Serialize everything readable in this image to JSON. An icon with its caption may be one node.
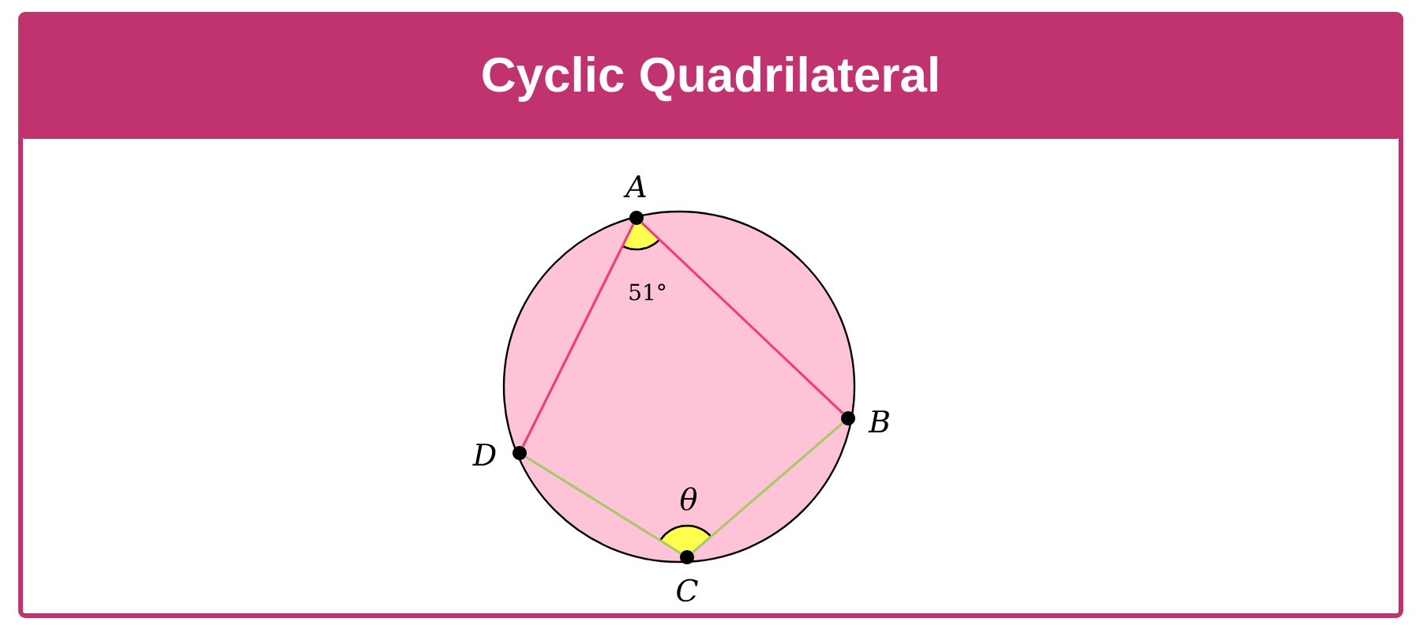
{
  "diagram": {
    "title": "Cyclic Quadrilateral",
    "nodes": [
      {
        "text": [],
        "shape": "circle",
        "beside": [
          "A"
        ]
      },
      {
        "text": [],
        "shape": "circle",
        "beside": [
          "B"
        ]
      },
      {
        "text": [],
        "shape": "circle",
        "beside": [
          "C"
        ]
      },
      {
        "text": [],
        "shape": "circle",
        "beside": [
          "D"
        ]
      }
    ],
    "edges": [
      {
        "from": 0,
        "to": 1,
        "arrow": "none",
        "color": "#ee3f7a"
      },
      {
        "from": 0,
        "to": 3,
        "arrow": "none",
        "color": "#ee3f7a"
      },
      {
        "from": 3,
        "to": 2,
        "arrow": "none",
        "color": "#a9c86a"
      },
      {
        "from": 2,
        "to": 1,
        "arrow": "none",
        "color": "#a9c86a"
      }
    ],
    "labels": [
      "51°",
      "θ"
    ]
  }
}
